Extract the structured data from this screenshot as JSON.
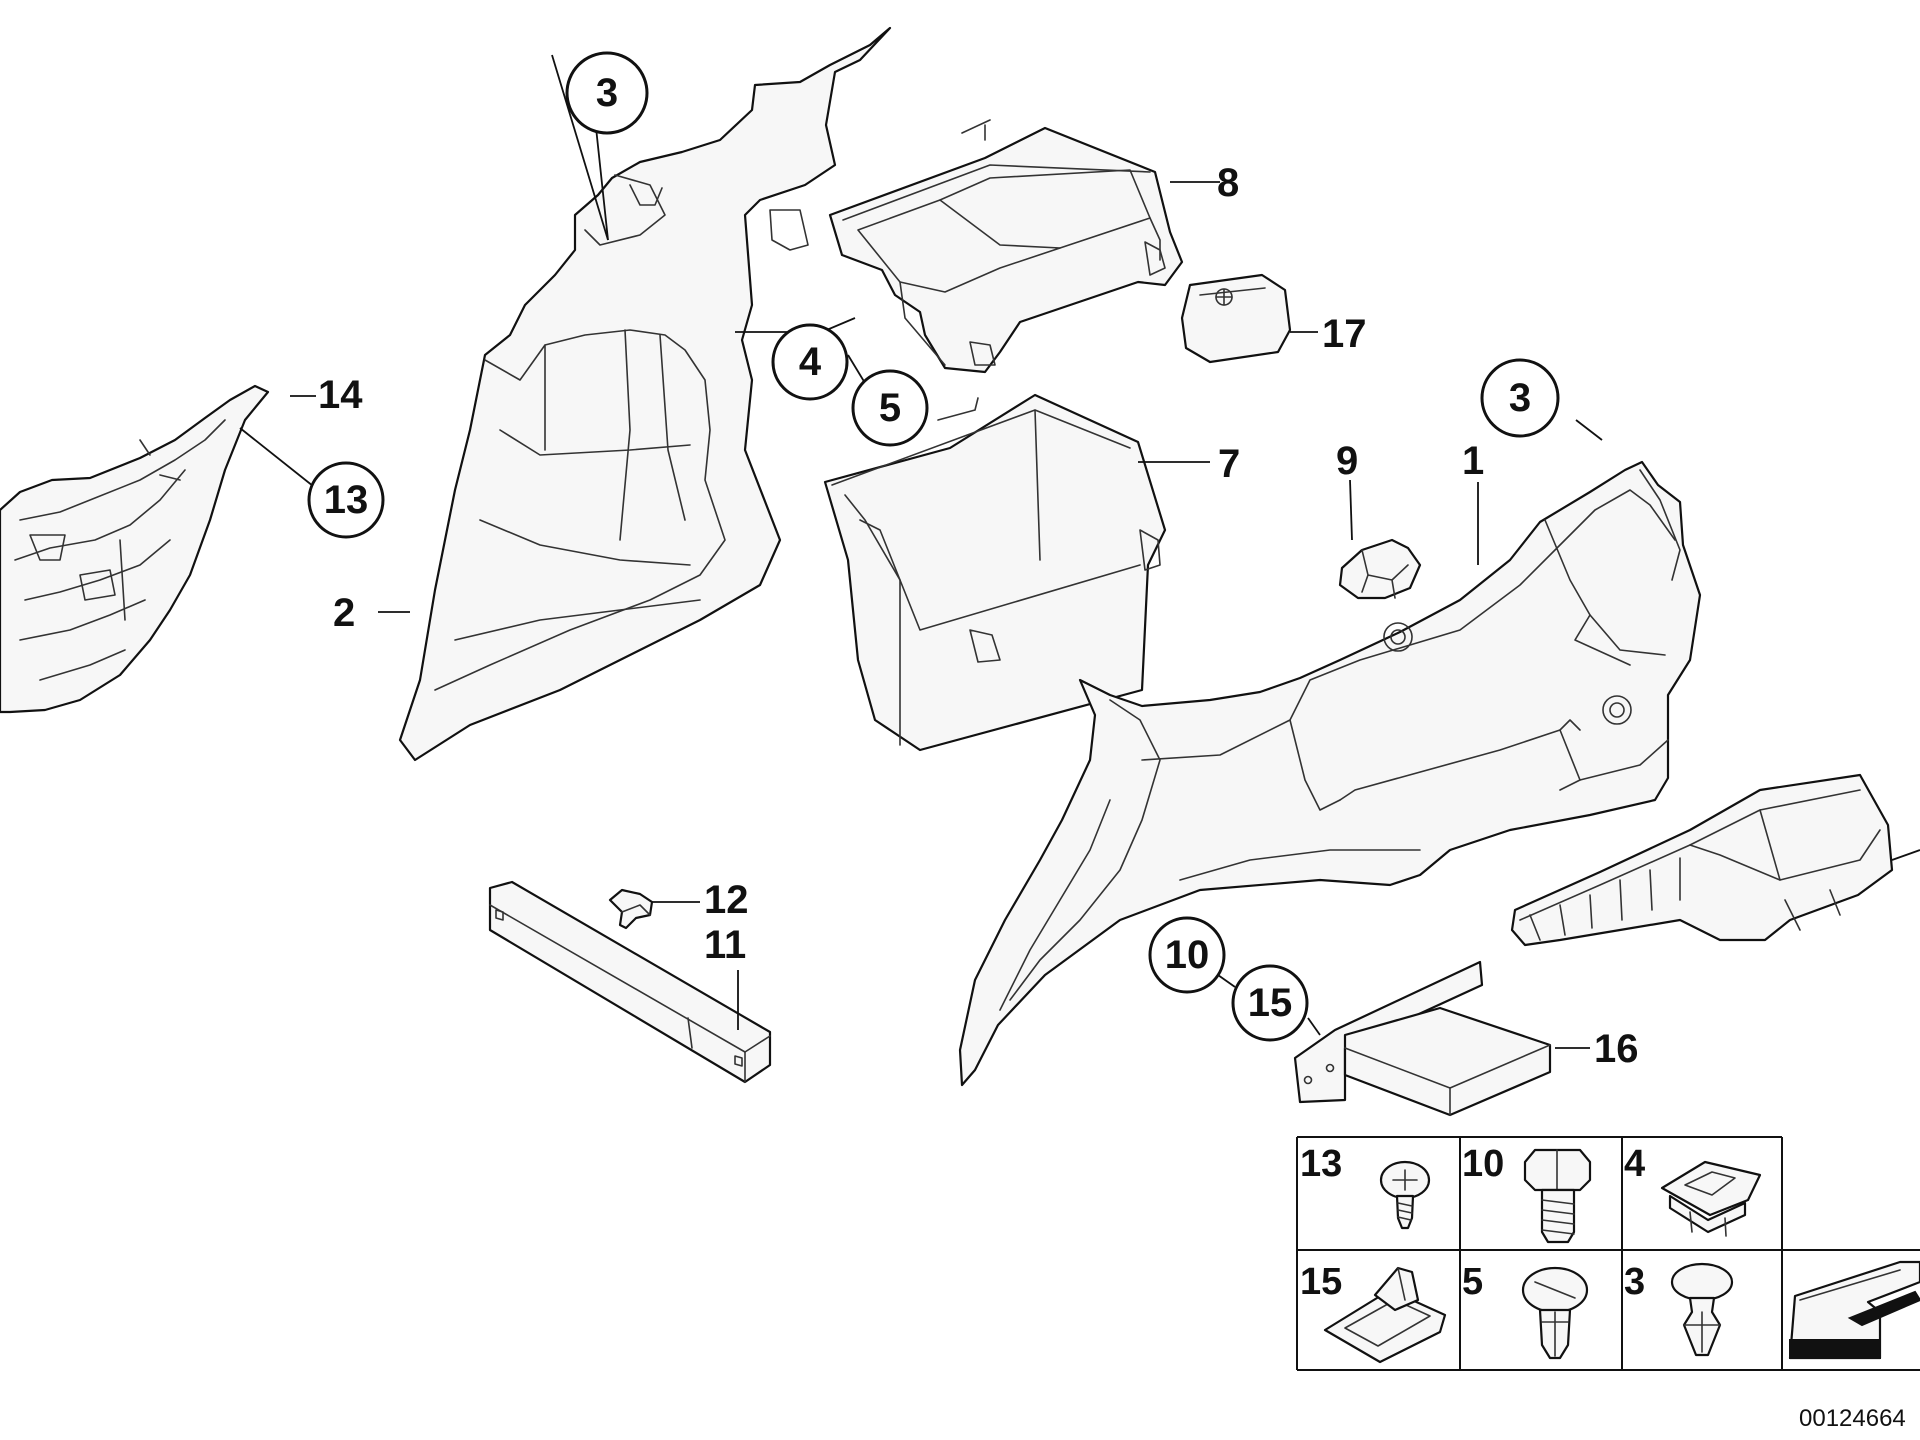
{
  "diagram": {
    "callouts": [
      {
        "id": "c3a",
        "text": "3"
      },
      {
        "id": "c4",
        "text": "4"
      },
      {
        "id": "c5",
        "text": "5"
      },
      {
        "id": "c13",
        "text": "13"
      },
      {
        "id": "c3b",
        "text": "3"
      },
      {
        "id": "c10",
        "text": "10"
      },
      {
        "id": "c15",
        "text": "15"
      }
    ],
    "labels": [
      {
        "id": "l8",
        "text": "8"
      },
      {
        "id": "l17",
        "text": "17"
      },
      {
        "id": "l14",
        "text": "14"
      },
      {
        "id": "l7",
        "text": "7"
      },
      {
        "id": "l9",
        "text": "9"
      },
      {
        "id": "l1",
        "text": "1"
      },
      {
        "id": "l2",
        "text": "2"
      },
      {
        "id": "l12",
        "text": "12"
      },
      {
        "id": "l11",
        "text": "11"
      },
      {
        "id": "l16",
        "text": "16"
      }
    ],
    "fastener_grid": [
      {
        "text": "13",
        "icon": "screw-icon"
      },
      {
        "text": "10",
        "icon": "bolt-icon"
      },
      {
        "text": "4",
        "icon": "clip-grommet-icon"
      },
      {
        "text": "15",
        "icon": "spring-nut-icon"
      },
      {
        "text": "5",
        "icon": "expansion-rivet-icon"
      },
      {
        "text": "3",
        "icon": "push-rivet-icon"
      }
    ],
    "direction_icon": "arrow-icon",
    "doc_number": "00124664"
  }
}
